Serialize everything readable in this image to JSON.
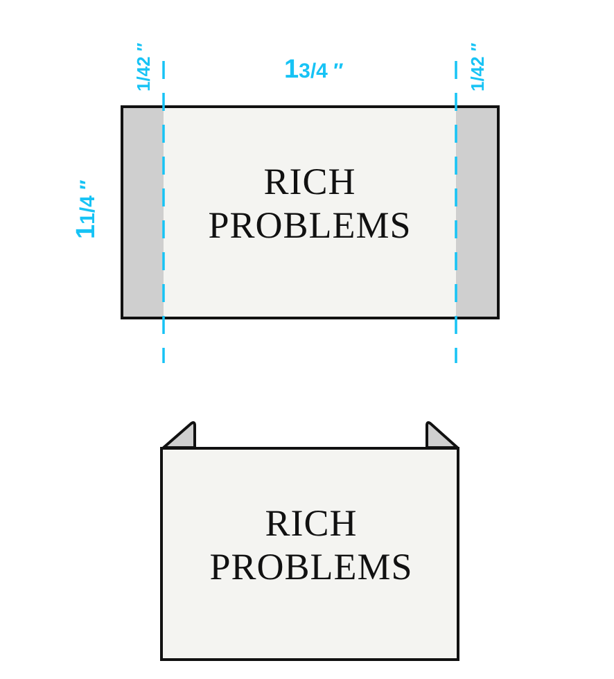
{
  "colors": {
    "dimension": "#17C3F5",
    "label_face": "#F4F4F1",
    "flap": "#CFCFCF",
    "outline": "#111111"
  },
  "flat_label": {
    "line1": "RICH",
    "line2": "PROBLEMS",
    "left_flap_width": "1/42 ″",
    "right_flap_width": "1/42 ″",
    "face_width_big": "1",
    "face_width_rest": "3/4 ″",
    "height_big": "1",
    "height_rest": "1/4 ″"
  },
  "folded_label": {
    "line1": "RICH",
    "line2": "PROBLEMS"
  }
}
